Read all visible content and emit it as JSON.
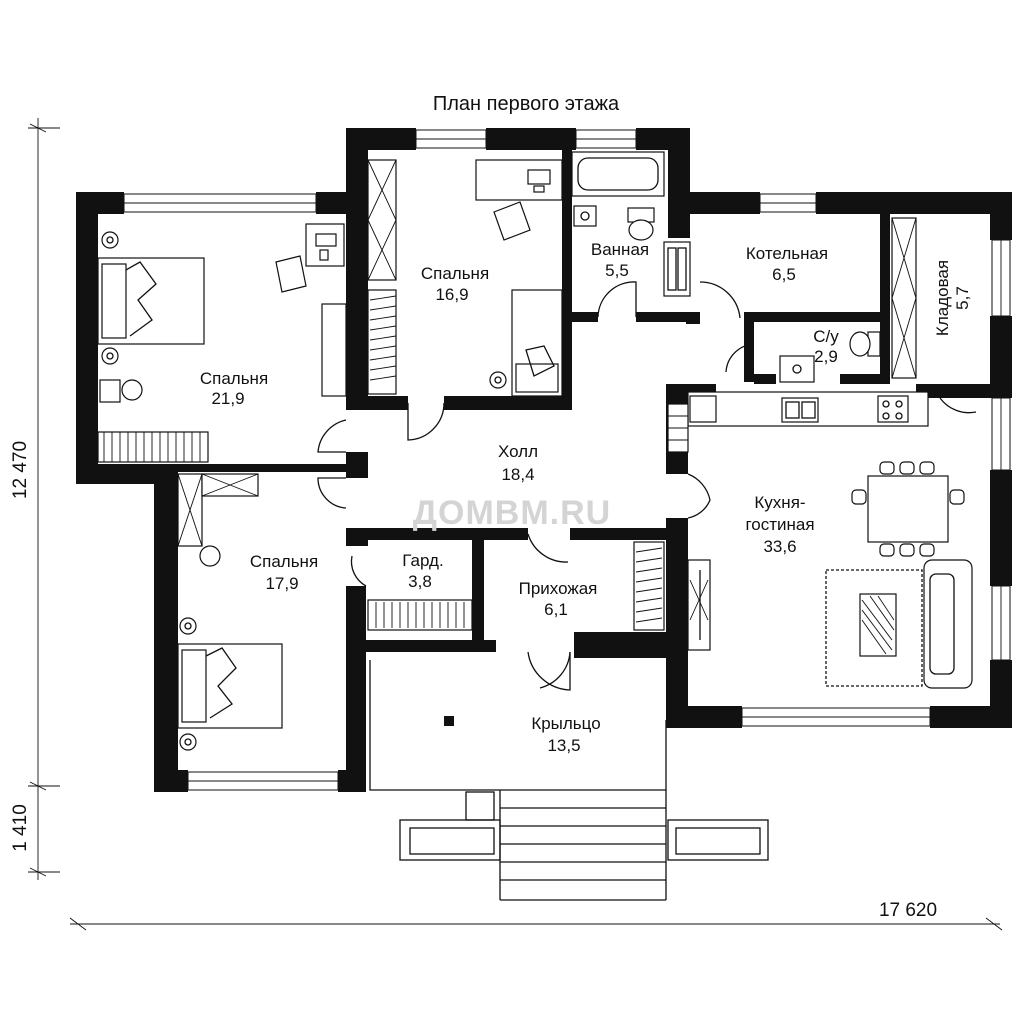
{
  "title": "План первого этажа",
  "watermark": "ДОМВМ.RU",
  "dimensions": {
    "height_total": "12 470",
    "height_porch": "1 410",
    "width_total": "17 620"
  },
  "rooms": {
    "bedroom_left": {
      "name": "Спальня",
      "area": "21,9"
    },
    "bedroom_top": {
      "name": "Спальня",
      "area": "16,9"
    },
    "bathroom": {
      "name": "Ванная",
      "area": "5,5"
    },
    "boiler": {
      "name": "Котельная",
      "area": "6,5"
    },
    "pantry": {
      "name": "Кладовая",
      "area": "5,7"
    },
    "wc": {
      "name": "С/у",
      "area": "2,9"
    },
    "hall": {
      "name": "Холл",
      "area": "18,4"
    },
    "kitchen_line1": "Кухня-",
    "kitchen": {
      "name": "гостиная",
      "area": "33,6"
    },
    "bedroom_bottom": {
      "name": "Спальня",
      "area": "17,9"
    },
    "wardrobe": {
      "name": "Гард.",
      "area": "3,8"
    },
    "entry": {
      "name": "Прихожая",
      "area": "6,1"
    },
    "porch": {
      "name": "Крыльцо",
      "area": "13,5"
    }
  }
}
